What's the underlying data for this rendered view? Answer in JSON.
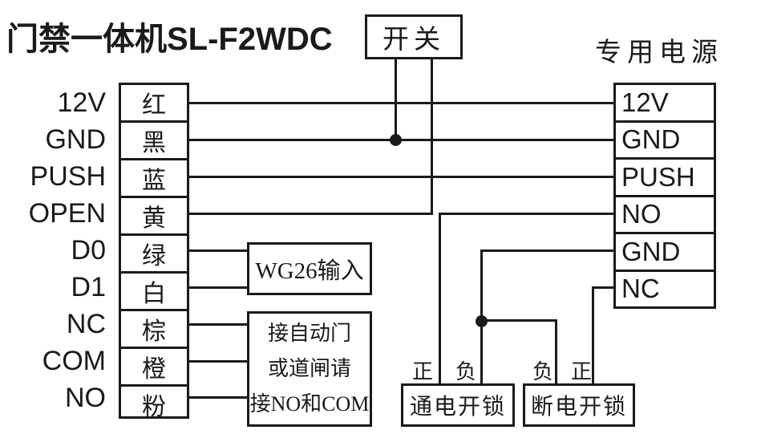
{
  "ink_color": "#1a1a1a",
  "title": "门禁一体机SL-F2WDC",
  "switch_box": {
    "label": "开关"
  },
  "power_supply": {
    "title": "专用电源",
    "terminals": [
      "12V",
      "GND",
      "PUSH",
      "NO",
      "GND",
      "NC"
    ]
  },
  "device": {
    "rows": [
      {
        "terminal": "12V",
        "wire_color": "红"
      },
      {
        "terminal": "GND",
        "wire_color": "黑"
      },
      {
        "terminal": "PUSH",
        "wire_color": "蓝"
      },
      {
        "terminal": "OPEN",
        "wire_color": "黄"
      },
      {
        "terminal": "D0",
        "wire_color": "绿"
      },
      {
        "terminal": "D1",
        "wire_color": "白"
      },
      {
        "terminal": "NC",
        "wire_color": "棕"
      },
      {
        "terminal": "COM",
        "wire_color": "橙"
      },
      {
        "terminal": "NO",
        "wire_color": "粉"
      }
    ]
  },
  "wg26_box": {
    "label": "WG26输入"
  },
  "auto_door_box": {
    "lines": [
      "接自动门",
      "或道闸请",
      "接NO和COM"
    ]
  },
  "locks": [
    {
      "label": "通电开锁",
      "left_polarity": "正",
      "right_polarity": "负"
    },
    {
      "label": "断电开锁",
      "left_polarity": "负",
      "right_polarity": "正"
    }
  ]
}
